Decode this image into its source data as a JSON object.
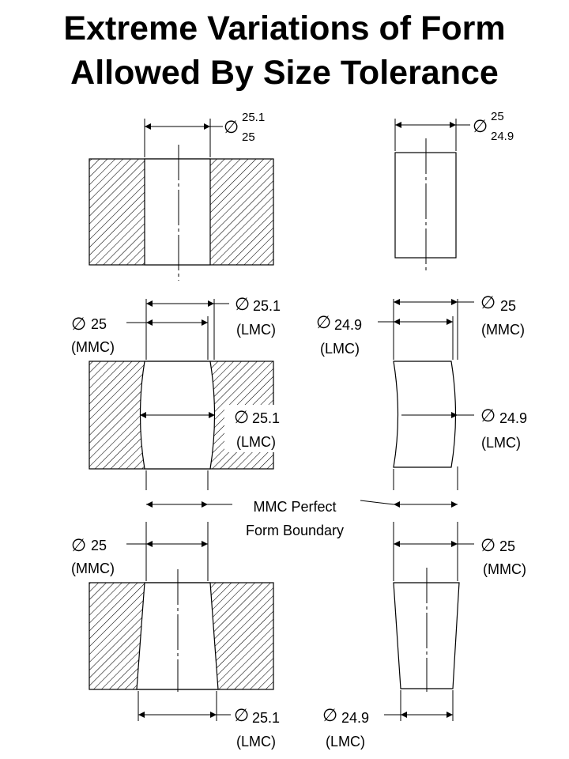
{
  "title": {
    "line1": "Extreme  Variations of Form",
    "line2": "Allowed By Size Tolerance"
  },
  "diameter_symbol": "∅",
  "top": {
    "hole": {
      "upper": "25.1",
      "lower": "25"
    },
    "shaft": {
      "upper": "25",
      "lower": "24.9"
    }
  },
  "middle": {
    "hole_mmc_value": "25",
    "hole_mmc_label": "(MMC)",
    "hole_lmc_top_value": "25.1",
    "hole_lmc_top_label": "(LMC)",
    "hole_lmc_mid_value": "25.1",
    "hole_lmc_mid_label": "(LMC)",
    "shaft_lmc_value": "24.9",
    "shaft_lmc_label": "(LMC)",
    "shaft_mmc_value": "25",
    "shaft_mmc_label": "(MMC)",
    "shaft_lmc_mid_value": "24.9",
    "shaft_lmc_mid_label": "(LMC)"
  },
  "boundary": {
    "line1": "MMC Perfect",
    "line2": "Form Boundary"
  },
  "bottom": {
    "hole_mmc_value": "25",
    "hole_mmc_label": "(MMC)",
    "shaft_mmc_value": "25",
    "shaft_mmc_label": "(MMC)",
    "hole_lmc_value": "25.1",
    "hole_lmc_label": "(LMC)",
    "shaft_lmc_value": "24.9",
    "shaft_lmc_label": "(LMC)"
  }
}
